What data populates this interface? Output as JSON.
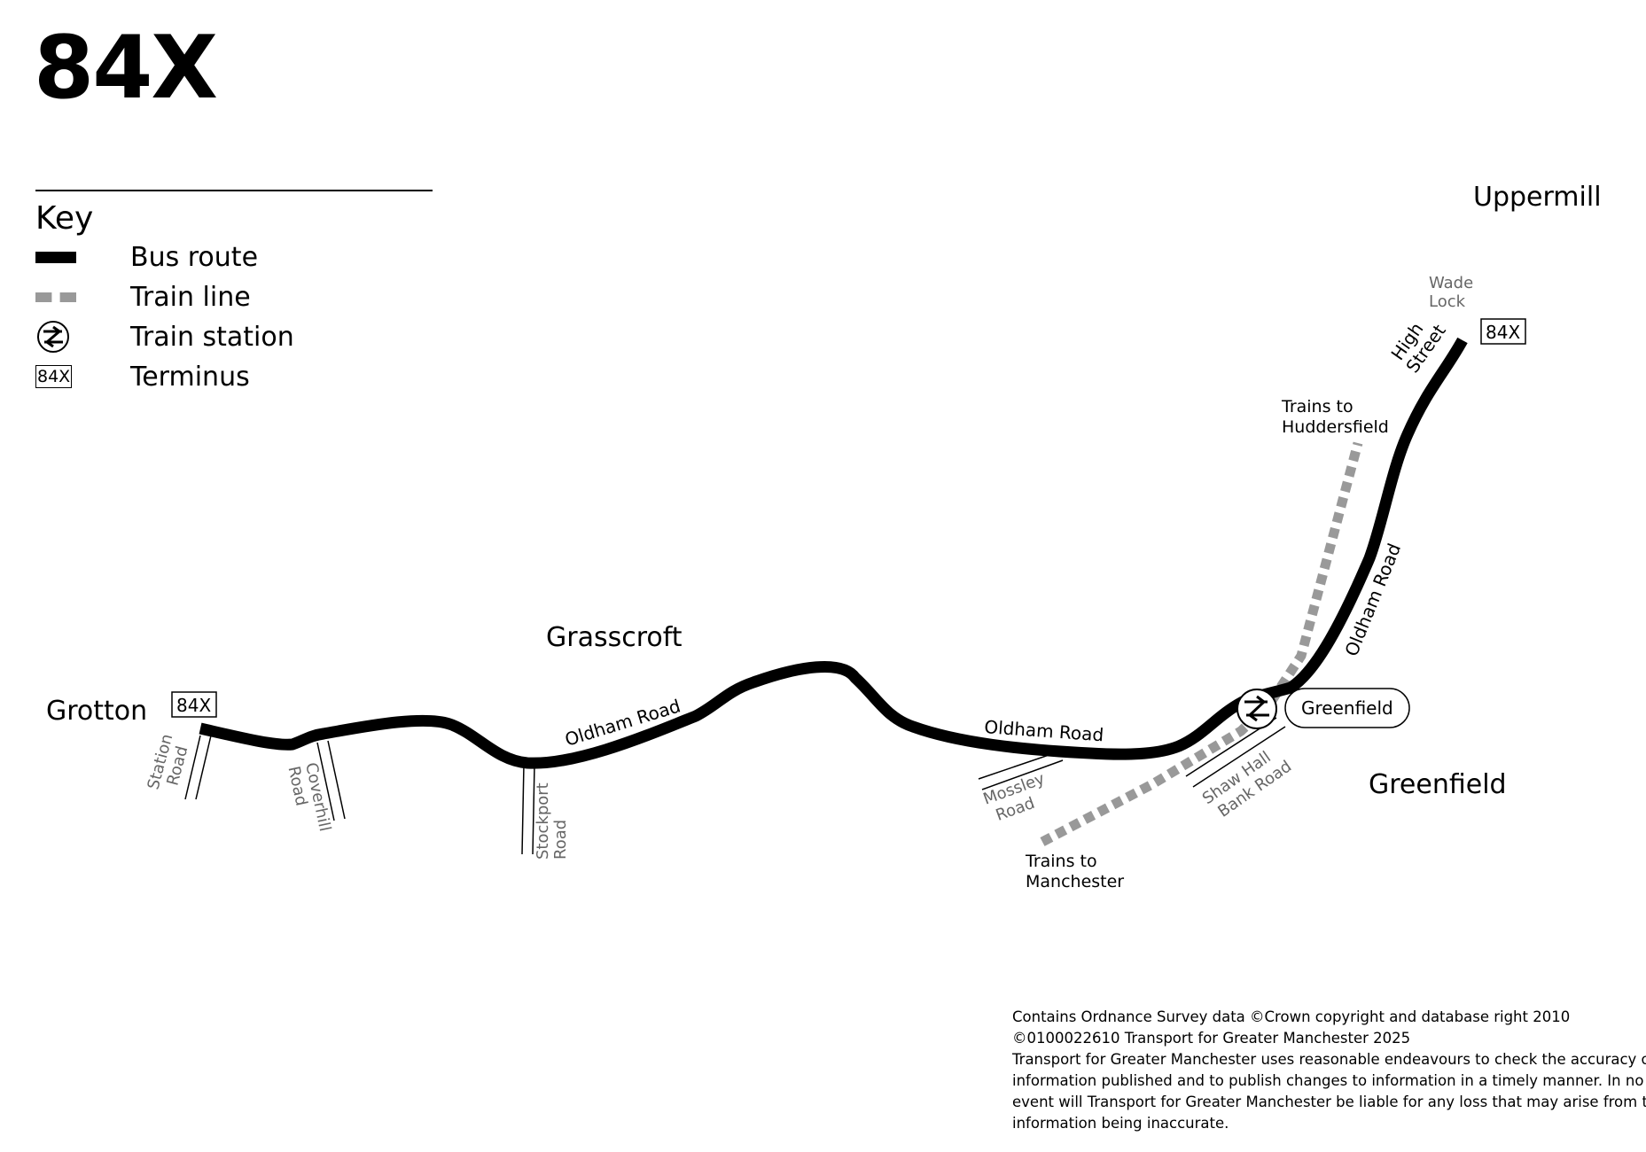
{
  "route": {
    "number": "84X"
  },
  "key": {
    "title": "Key",
    "items": [
      {
        "symbol": "bus-route",
        "label": "Bus route"
      },
      {
        "symbol": "train-line",
        "label": "Train line"
      },
      {
        "symbol": "train-station",
        "label": "Train station"
      },
      {
        "symbol": "terminus",
        "label": "Terminus",
        "symbol_text": "84X"
      }
    ]
  },
  "map": {
    "places": {
      "grotton": "Grotton",
      "grasscroft": "Grasscroft",
      "greenfield": "Greenfield",
      "uppermill": "Uppermill"
    },
    "terminus_labels": {
      "west": "84X",
      "east": "84X"
    },
    "station": {
      "name": "Greenfield"
    },
    "roads": {
      "oldham_road_1": "Oldham Road",
      "oldham_road_2": "Oldham Road",
      "oldham_road_3": "Oldham Road",
      "high_street": [
        "High",
        "Street"
      ],
      "station_road": [
        "Station",
        "Road"
      ],
      "coverhill_road": [
        "Coverhill",
        "Road"
      ],
      "stockport_road": [
        "Stockport",
        "Road"
      ],
      "mossley_road": [
        "Mossley",
        "Road"
      ],
      "shaw_hall_bank_road": [
        "Shaw Hall",
        "Bank Road"
      ],
      "wade_lock": [
        "Wade",
        "Lock"
      ]
    },
    "train_notes": {
      "huddersfield": [
        "Trains to",
        "Huddersfield"
      ],
      "manchester": [
        "Trains to",
        "Manchester"
      ]
    },
    "colors": {
      "bus_route": "#000000",
      "train_line": "#999999",
      "side_road_label": "#666666"
    }
  },
  "footer": {
    "lines": [
      "Contains Ordnance Survey data ©Crown copyright and database right 2010",
      "©0100022610 Transport for Greater Manchester 2025",
      "Transport for Greater Manchester uses reasonable endeavours to check the accuracy of",
      "information published and to publish changes to information in a timely manner. In no",
      "event will Transport for Greater Manchester be liable for any loss that may arise from this",
      "information being inaccurate."
    ]
  }
}
